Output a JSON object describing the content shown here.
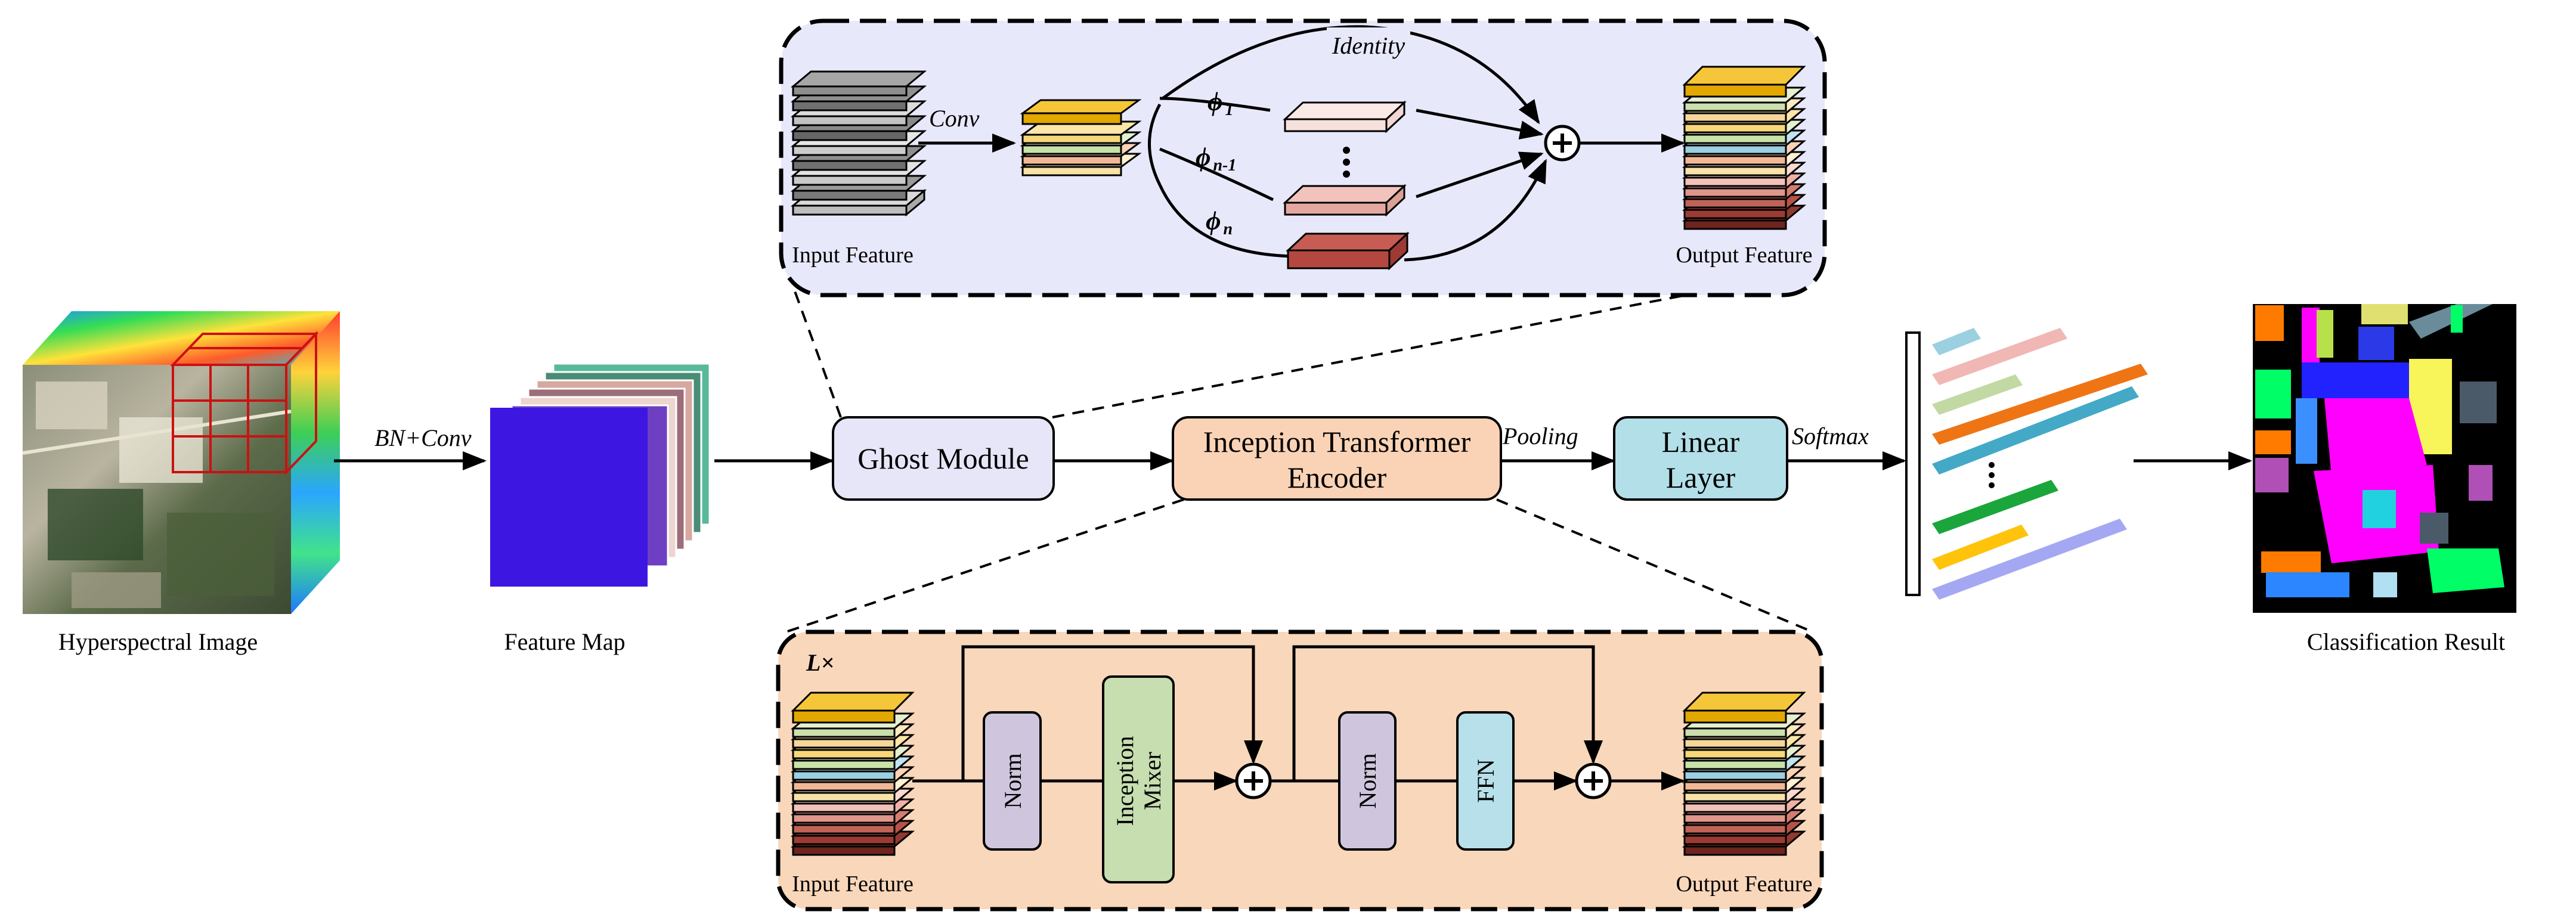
{
  "colors": {
    "ghost_panel_bg": "#e8e8fb",
    "encoder_panel_bg": "#f9d7bb",
    "ghost_module_box": "#e6e6f8",
    "encoder_box": "#fad3b6",
    "linear_layer_box": "#b3dfe9",
    "norm_box": "#cfc6de",
    "mixer_box": "#c6deb0",
    "ffn_box": "#b7e0ea",
    "feature_map_front": "#3d16e2"
  },
  "labels": {
    "hyperspectral_image": "Hyperspectral Image",
    "feature_map": "Feature Map",
    "classification_result": "Classification Result",
    "bn_conv": "BN+Conv",
    "pooling": "Pooling",
    "softmax": "Softmax",
    "conv": "Conv",
    "identity": "Identity"
  },
  "blocks": {
    "ghost_module": "Ghost Module",
    "encoder_line1": "Inception Transformer",
    "encoder_line2": "Encoder",
    "linear_line1": "Linear",
    "linear_line2": "Layer"
  },
  "ghost_panel": {
    "input_label": "Input Feature",
    "output_label": "Output Feature",
    "phi_1": "ϕ",
    "phi_1_sub": "1",
    "phi_n1": "ϕ",
    "phi_n1_sub": "n-1",
    "phi_n": "ϕ",
    "phi_n_sub": "n"
  },
  "encoder_panel": {
    "repeat": "L×",
    "input_label": "Input Feature",
    "output_label": "Output Feature",
    "norm_1": "Norm",
    "mixer_line1": "Inception",
    "mixer_line2": "Mixer",
    "norm_2": "Norm",
    "ffn": "FFN"
  },
  "icons": {
    "add": "circled-plus-icon",
    "ellipsis": "vertical-ellipsis-icon"
  }
}
